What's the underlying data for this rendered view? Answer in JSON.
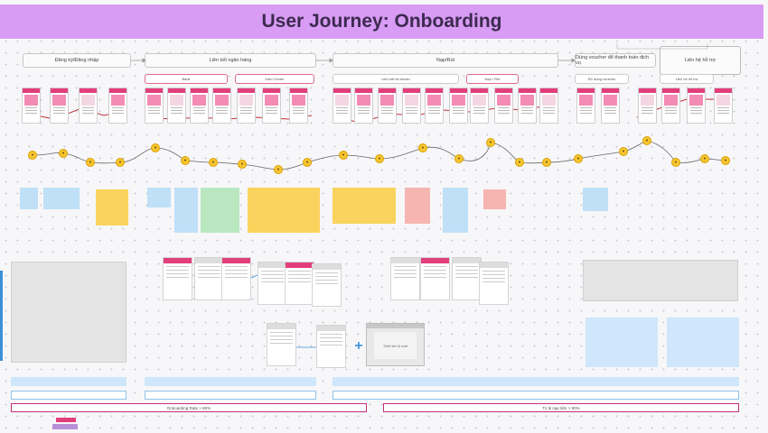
{
  "title": "User Journey: Onboarding",
  "stages": [
    {
      "id": "s1",
      "label": "Đăng ký/Đăng nhập"
    },
    {
      "id": "s2",
      "label": "Liên kết ngân hàng"
    },
    {
      "id": "s3",
      "label": "Nạp/Rút"
    },
    {
      "id": "s4",
      "label": "Dùng voucher để thanh toán dịch vụ"
    },
    {
      "id": "s5",
      "label": "Liên hệ hỗ trợ"
    }
  ],
  "substages": [
    {
      "label": "Bank"
    },
    {
      "label": "Intro Center"
    },
    {
      "label": "Liên kết tài khoản"
    },
    {
      "label": "Nạp / Rút"
    },
    {
      "label": "Sử dụng voucher"
    },
    {
      "label": "Liên hệ hỗ trợ"
    }
  ],
  "notes": [
    {
      "color": "blue",
      "text": ""
    },
    {
      "color": "blue",
      "text": ""
    },
    {
      "color": "yellow",
      "text": ""
    },
    {
      "color": "blue",
      "text": ""
    },
    {
      "color": "blue",
      "text": ""
    },
    {
      "color": "green",
      "text": ""
    },
    {
      "color": "yellow",
      "text": ""
    },
    {
      "color": "yellow",
      "text": ""
    },
    {
      "color": "pink",
      "text": ""
    },
    {
      "color": "blue",
      "text": ""
    },
    {
      "color": "pink",
      "text": ""
    },
    {
      "color": "blue",
      "text": ""
    }
  ],
  "text_blocks": [
    {
      "label": "Thiết kế UI mới"
    },
    {
      "label": ""
    },
    {
      "label": ""
    }
  ],
  "bottom_rows": [
    {
      "style": "blue",
      "label": ""
    },
    {
      "style": "blue",
      "label": ""
    },
    {
      "style": "blue",
      "label": ""
    },
    {
      "style": "outline",
      "label": ""
    },
    {
      "style": "outline",
      "label": ""
    },
    {
      "style": "outline",
      "label": ""
    },
    {
      "style": "pink",
      "label": "Onboarding Rate > 80%"
    },
    {
      "style": "pink",
      "label": "Tỷ lệ nạp tiền > 90%"
    }
  ],
  "colors": {
    "banner": "#d89cf4",
    "brand": "#e23e7c",
    "sticky_yellow": "#f9d35d",
    "sticky_blue": "#bfe0f7"
  }
}
